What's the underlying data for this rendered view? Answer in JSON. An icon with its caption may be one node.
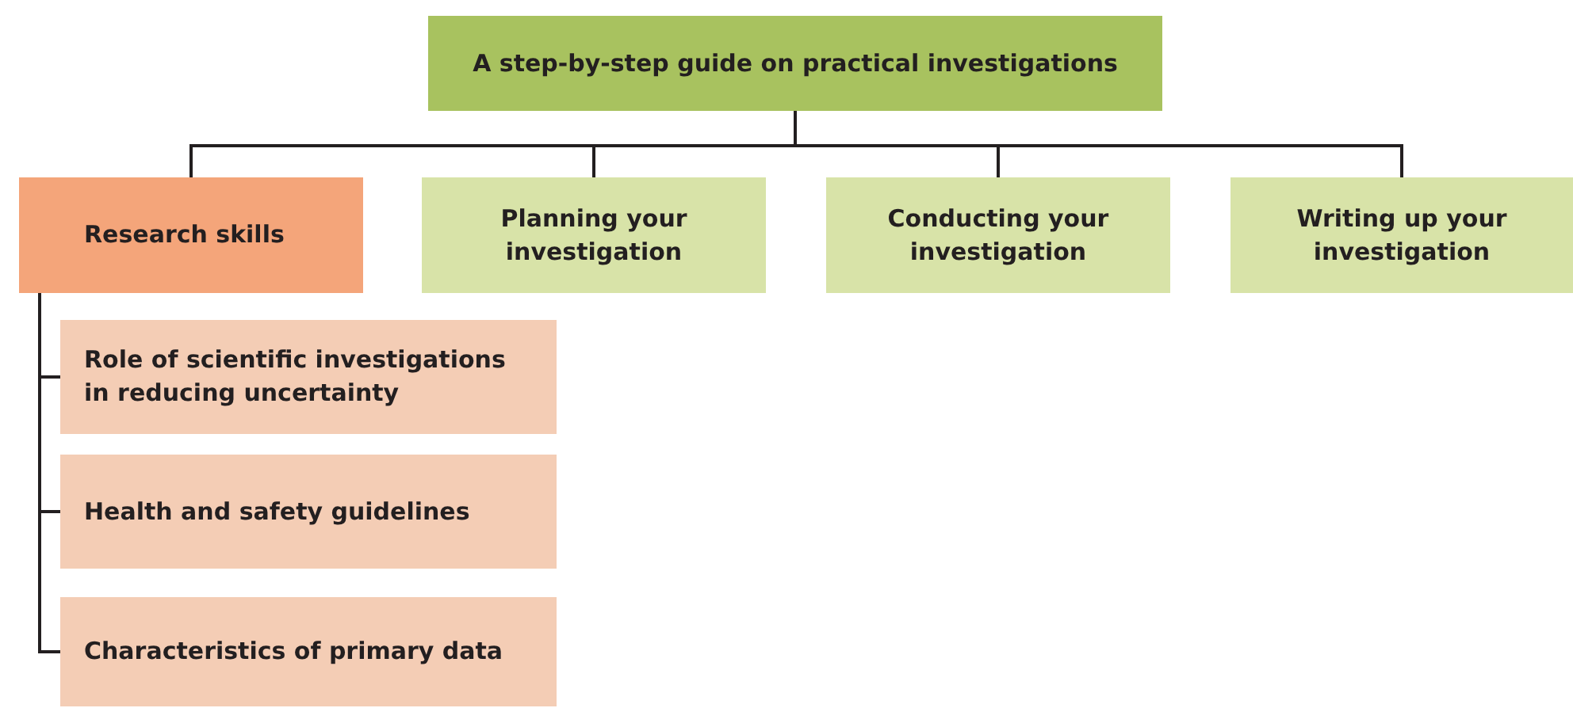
{
  "diagram": {
    "nodes": [
      {
        "text": [
          "A step-by-step guide on practical investigations"
        ]
      },
      {
        "text": [
          "Research skills"
        ]
      },
      {
        "text": [
          "Planning your investigation"
        ]
      },
      {
        "text": [
          "Conducting your investigation"
        ]
      },
      {
        "text": [
          "Writing up your investigation"
        ]
      },
      {
        "text": [
          "Role of scientific investigations in reducing uncertainty"
        ]
      },
      {
        "text": [
          "Health and safety guidelines"
        ]
      },
      {
        "text": [
          "Characteristics of primary data"
        ]
      }
    ],
    "edges": [
      {
        "from": 0,
        "to": 1,
        "arrow": "none"
      },
      {
        "from": 0,
        "to": 2,
        "arrow": "none"
      },
      {
        "from": 0,
        "to": 3,
        "arrow": "none"
      },
      {
        "from": 0,
        "to": 4,
        "arrow": "none"
      },
      {
        "from": 1,
        "to": 5,
        "arrow": "none"
      },
      {
        "from": 1,
        "to": 6,
        "arrow": "none"
      },
      {
        "from": 1,
        "to": 7,
        "arrow": "none"
      }
    ]
  }
}
